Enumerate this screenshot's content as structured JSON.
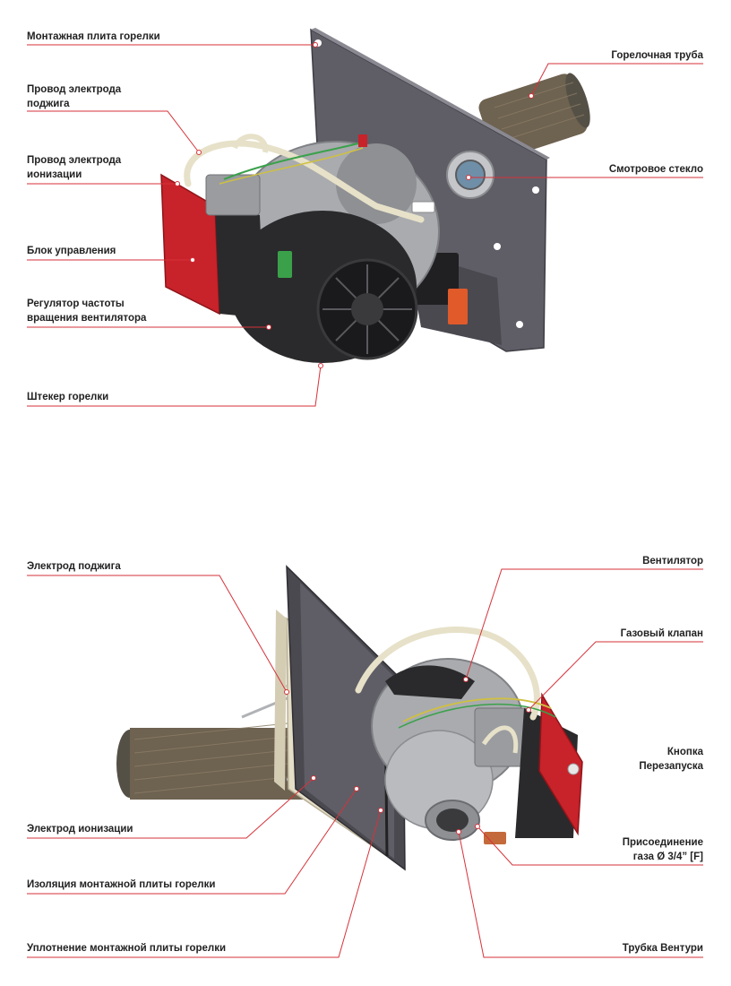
{
  "colors": {
    "plate": "#5f5e66",
    "plate_dark": "#4a4950",
    "tube": "#6e6250",
    "fan": "#2a2a2c",
    "housing": "#a9abae",
    "control_red": "#c8222a",
    "insulation": "#e6dfc8",
    "leader": "#d6323a",
    "text": "#222222"
  },
  "top": {
    "left_labels": [
      "Монтажная плита горелки",
      "Провод электрода\nподжига",
      "Провод электрода\nионизации",
      "Блок управления",
      "Регулятор частоты\nвращения вентилятора",
      "Штекер горелки"
    ],
    "right_labels": [
      "Горелочная труба",
      "Смотровое стекло"
    ]
  },
  "bottom": {
    "left_labels": [
      "Электрод поджига",
      "Электрод ионизации",
      "Изоляция монтажной плиты горелки",
      "Уплотнение монтажной плиты горелки"
    ],
    "right_labels": [
      "Вентилятор",
      "Газовый клапан",
      "Кнопка\nПерезапуска",
      "Присоединение\nгаза Ø 3/4” [F]",
      "Трубка Вентури"
    ]
  }
}
